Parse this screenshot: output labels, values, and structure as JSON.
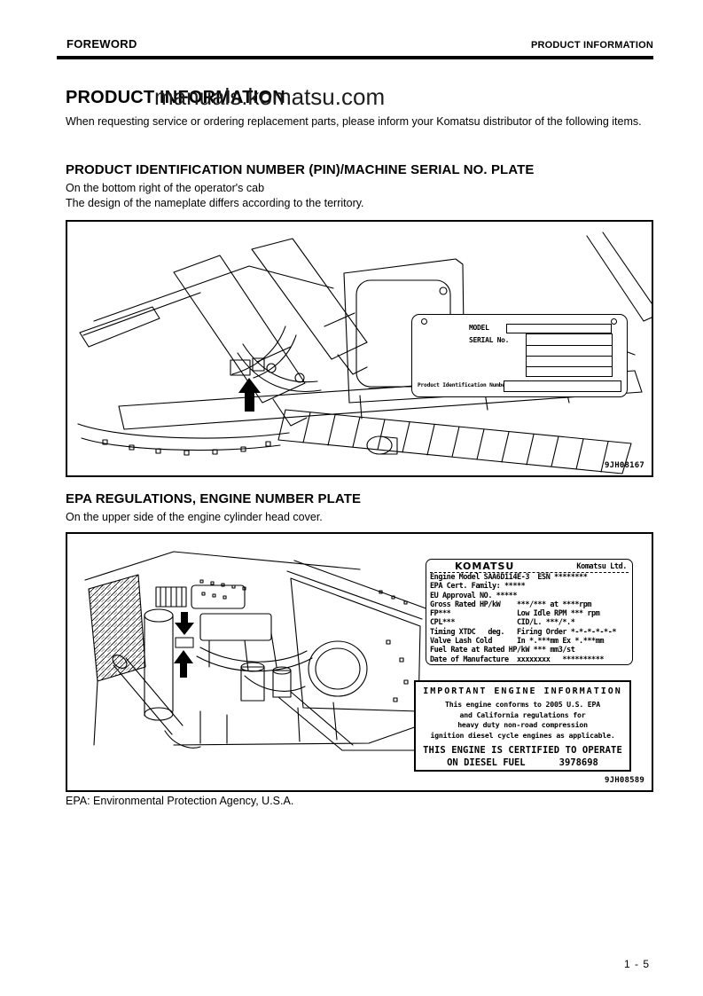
{
  "page_header": {
    "left": "FOREWORD",
    "right": "PRODUCT INFORMATION"
  },
  "watermark": "manuals.komatsu.com",
  "title": "PRODUCT INFORMATION",
  "intro": "When requesting service or ordering replacement parts, please inform your Komatsu distributor of the following items.",
  "section_pin": {
    "heading": "PRODUCT IDENTIFICATION NUMBER (PIN)/MACHINE SERIAL NO. PLATE",
    "line1": "On the bottom right of the operator's cab",
    "line2": "The design of the nameplate differs according to the territory.",
    "plate": {
      "model_label": "MODEL",
      "serial_label": "SERIAL No.",
      "pin_label": "Product Identification Number"
    },
    "figure_code": "9JH08167"
  },
  "section_epa": {
    "heading": "EPA REGULATIONS, ENGINE NUMBER PLATE",
    "line1": "On the upper side of the engine cylinder head cover.",
    "engine_plate": {
      "brand": "KOMATSU",
      "company": "Komatsu Ltd.",
      "lines": [
        "Engine Model SAA6D114E-3  ESN ********",
        "EPA Cert. Family: *****",
        "EU Approval NO. *****",
        "Gross Rated HP/kW    ***/*** at ****rpm",
        "FP***                Low Idle RPM *** rpm",
        "CPL***               CID/L. ***/*.*",
        "Timing XTDC   deg.   Firing Order *-*-*-*-*-*",
        "Valve Lash Cold      In *.***mm Ex *.***mm",
        "Fuel Rate at Rated HP/kW *** mm3/st",
        "Date of Manufacture  xxxxxxxx   **********"
      ]
    },
    "info_plate": {
      "title": "IMPORTANT ENGINE INFORMATION",
      "body": [
        "This engine conforms to 2005 U.S. EPA",
        "and California regulations for",
        "heavy duty non-road compression",
        "ignition diesel cycle engines as applicable."
      ],
      "cert_line": "THIS ENGINE IS CERTIFIED TO OPERATE",
      "fuel_line": "ON DIESEL FUEL",
      "cert_number": "3978698"
    },
    "figure_code": "9JH08589"
  },
  "footnote": "EPA: Environmental Protection Agency, U.S.A.",
  "page_number": "1 - 5"
}
